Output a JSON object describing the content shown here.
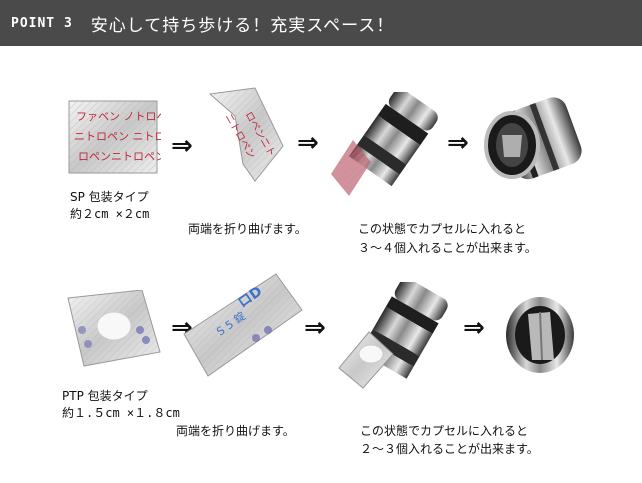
{
  "header": {
    "point_label": "POINT 3",
    "title": "安心して持ち歩ける！充実スペース！",
    "bg_color": "#4a4a4a",
    "text_color": "#ffffff"
  },
  "arrow_glyph": "⇒",
  "row1": {
    "package_type": "SP 包装タイプ",
    "package_size": "約２cm ×２cm",
    "fold_caption": "両端を折り曲げます。",
    "capsule_caption_1": "この状態でカプセルに入れると",
    "capsule_caption_2": "３～４個入れることが出来ます。"
  },
  "row2": {
    "package_type": "PTP 包装タイプ",
    "package_size": "約１.５cm ×１.８cm",
    "fold_caption": "両端を折り曲げます。",
    "capsule_caption_1": "この状態でカプセルに入れると",
    "capsule_caption_2": "２～３個入れることが出来ます。"
  }
}
